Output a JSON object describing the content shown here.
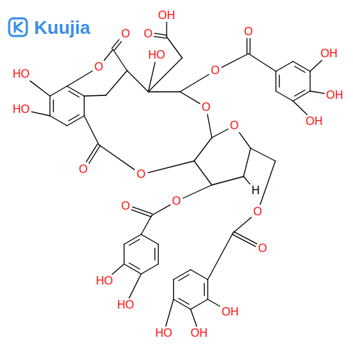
{
  "diagram": {
    "labels": [
      "OH",
      "O",
      "O",
      "HO",
      "O",
      "OH",
      "HO",
      "O",
      "O",
      "OH",
      "HO",
      "O",
      "O",
      "OH",
      "O",
      "O",
      "O",
      "O",
      "O",
      "O",
      "H",
      "HO",
      "HO",
      "HO",
      "OH",
      "OH",
      "Kuujia"
    ]
  }
}
